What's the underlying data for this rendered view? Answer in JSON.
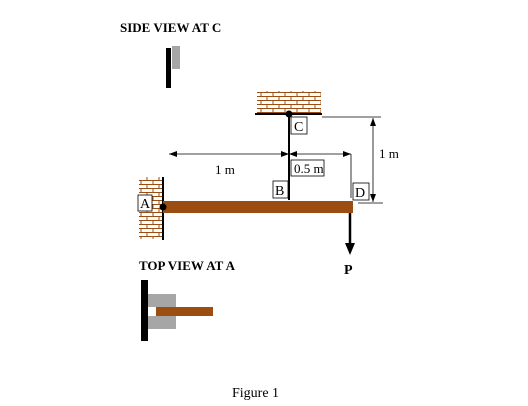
{
  "labels": {
    "side_view": "SIDE VIEW AT C",
    "top_view": "TOP VIEW AT A",
    "point_a": "A",
    "point_b": "B",
    "point_c": "C",
    "point_d": "D",
    "load": "P",
    "dim_ab": "1 m",
    "dim_bd": "0.5 m",
    "dim_cd": "1 m",
    "caption": "Figure 1"
  },
  "colors": {
    "beam": "#9b4d12",
    "support_brick": "#9b4d12",
    "plate_gray": "#a6a6a6",
    "line": "#000000"
  }
}
